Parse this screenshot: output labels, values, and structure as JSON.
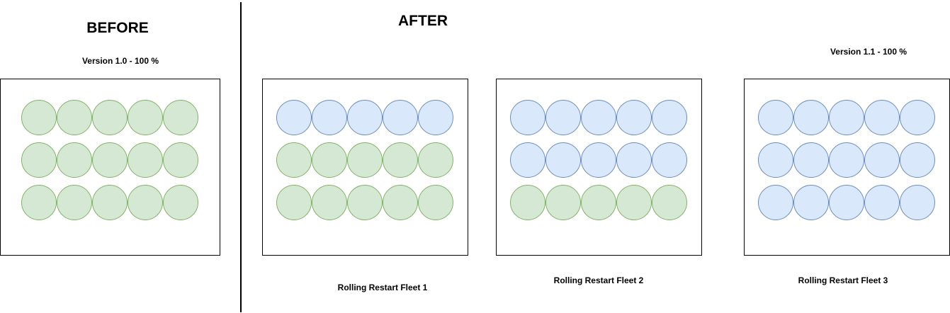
{
  "colors": {
    "old_version_fill": "#d5e8d4",
    "old_version_stroke": "#82b366",
    "new_version_fill": "#dae8fc",
    "new_version_stroke": "#6c8ebf"
  },
  "before": {
    "title": "BEFORE",
    "version_label": "Version 1.0 - 100 %"
  },
  "after": {
    "title": "AFTER",
    "version_label": "Version 1.1 - 100 %"
  },
  "fleets": [
    {
      "id": "before",
      "caption": "",
      "rows": [
        [
          "old",
          "old",
          "old",
          "old",
          "old"
        ],
        [
          "old",
          "old",
          "old",
          "old",
          "old"
        ],
        [
          "old",
          "old",
          "old",
          "old",
          "old"
        ]
      ]
    },
    {
      "id": "fleet-1",
      "caption": "Rolling Restart Fleet 1",
      "rows": [
        [
          "new",
          "new",
          "new",
          "new",
          "new"
        ],
        [
          "old",
          "old",
          "old",
          "old",
          "old"
        ],
        [
          "old",
          "old",
          "old",
          "old",
          "old"
        ]
      ]
    },
    {
      "id": "fleet-2",
      "caption": "Rolling Restart Fleet 2",
      "rows": [
        [
          "new",
          "new",
          "new",
          "new",
          "new"
        ],
        [
          "new",
          "new",
          "new",
          "new",
          "new"
        ],
        [
          "old",
          "old",
          "old",
          "old",
          "old"
        ]
      ]
    },
    {
      "id": "fleet-3",
      "caption": "Rolling Restart Fleet 3",
      "rows": [
        [
          "new",
          "new",
          "new",
          "new",
          "new"
        ],
        [
          "new",
          "new",
          "new",
          "new",
          "new"
        ],
        [
          "new",
          "new",
          "new",
          "new",
          "new"
        ]
      ]
    }
  ]
}
